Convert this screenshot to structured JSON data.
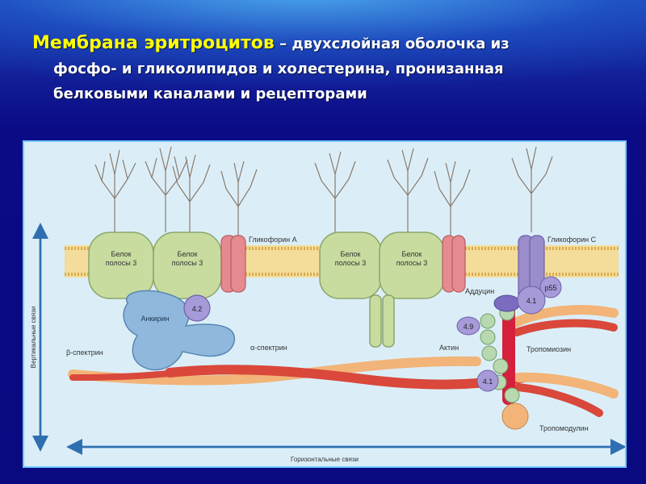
{
  "slide": {
    "title_accent": "Мембрана эритроцитов",
    "title_rest": " – двухслойная оболочка из",
    "title_line2": "фосфо- и гликолипидов и холестерина, пронизанная",
    "title_line3": "белковыми каналами и рецепторами"
  },
  "diagram": {
    "band3_left_a": [
      "Белок",
      "полосы 3"
    ],
    "band3_left_b": [
      "Белок",
      "полосы 3"
    ],
    "band3_right_a": [
      "Белок",
      "полосы 3"
    ],
    "band3_right_b": [
      "Белок",
      "полосы 3"
    ],
    "glycophorin_a": "Гликофорин А",
    "glycophorin_c": "Гликофорин С",
    "ankyrin": "Анкирин",
    "protein_42": "4.2",
    "beta_spectrin": "β-спектрин",
    "alpha_spectrin": "α-спектрин",
    "adducin": "Аддуцин",
    "p55": "p55",
    "protein_41_top": "4.1",
    "protein_49": "4.9",
    "actin": "Актин",
    "tropomyosin": "Тропомиозин",
    "protein_41_bottom": "4.1",
    "tropomodulin": "Тропомодулин",
    "vertical_links": "Вертикальные связи",
    "horizontal_links": "Горизонтальные связи"
  },
  "colors": {
    "band3": "#c8dca0",
    "glycophorin_a": "#e58a8f",
    "glycophorin_c": "#9b8ccc",
    "ankyrin": "#8fb8dc",
    "spectrin_red": "#d9483b",
    "spectrin_orange": "#f2b478",
    "actin_bead": "#b8d8b0",
    "axis_arrow": "#2f6fb1"
  }
}
